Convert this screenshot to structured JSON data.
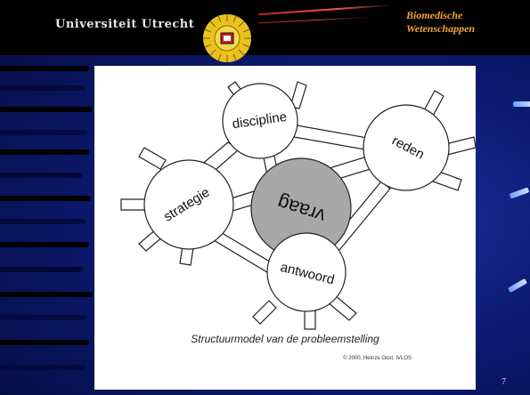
{
  "header": {
    "university": "Universiteit Utrecht",
    "department_line1": "Biomedische",
    "department_line2": "Wetenschappen"
  },
  "diagram": {
    "nodes": {
      "discipline": "discipline",
      "reden": "reden",
      "strategie": "strategie",
      "vraag": "vraag",
      "antwoord": "antwoord"
    },
    "caption": "Structuurmodel van de probleemstelling",
    "credit": "© 2000, Heinze Oost, IVLOS"
  },
  "slide": {
    "page_number": "7"
  },
  "colors": {
    "background": "#0c1a72",
    "dept_text": "#f2a43a",
    "accent_red": "#cc3333",
    "panel": "#ffffff",
    "center_node": "#a8a8a8"
  }
}
